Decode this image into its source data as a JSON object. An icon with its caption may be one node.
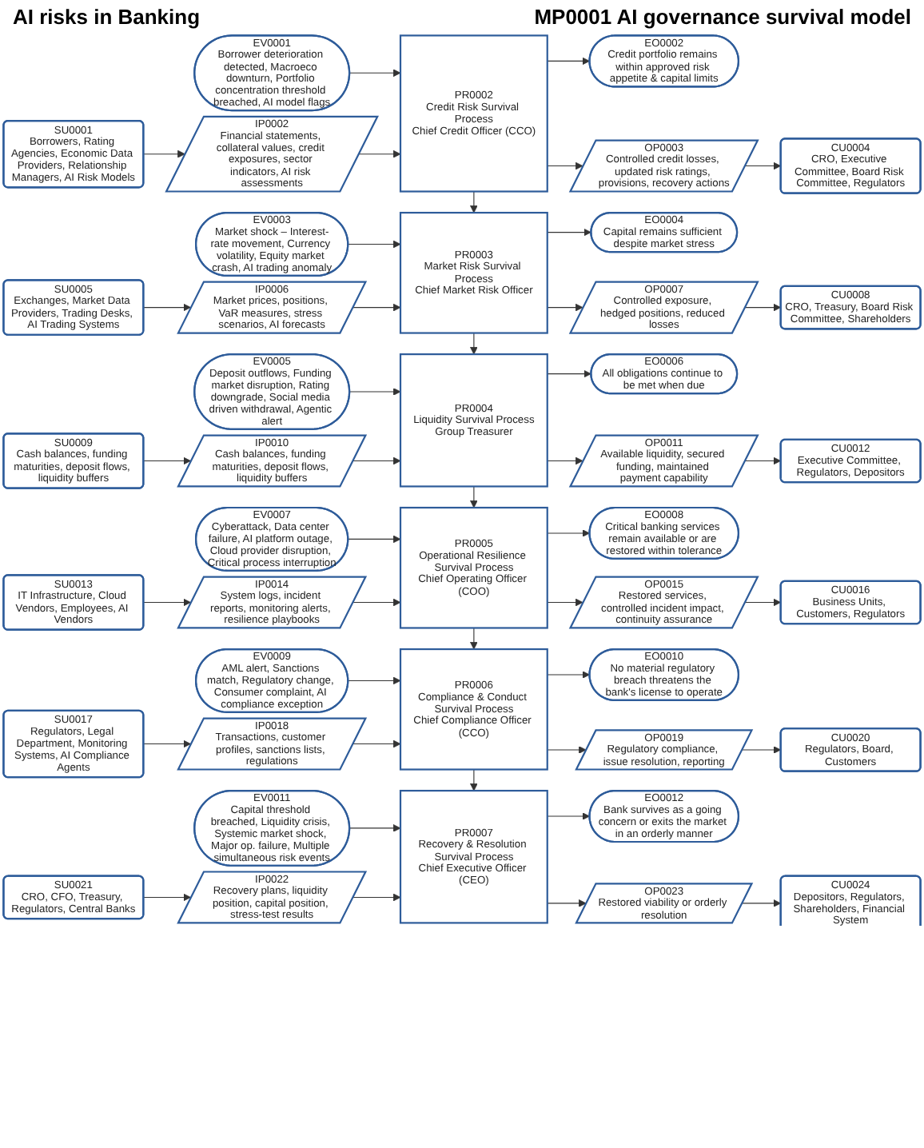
{
  "diagram": {
    "title": "AI risks in Banking",
    "labels": [
      "MP0001 AI governance survival model"
    ],
    "nodes": [
      {
        "text": [
          "EV0001",
          "Borrower deterioration detected, Macroeco downturn, Portfolio concentration threshold breached, AI model flags"
        ]
      },
      {
        "text": [
          "PR0002",
          "Credit Risk Survival Process",
          "Chief Credit Officer (CCO)"
        ]
      },
      {
        "text": [
          "EO0002",
          "Credit portfolio remains within approved risk appetite & capital limits"
        ]
      },
      {
        "text": [
          "SU0001",
          "Borrowers, Rating Agencies, Economic Data Providers, Relationship Managers, AI Risk Models"
        ]
      },
      {
        "text": [
          "IP0002",
          "Financial statements, collateral values, credit exposures, sector indicators, AI risk assessments"
        ]
      },
      {
        "text": [
          "OP0003",
          "Controlled credit losses, updated risk ratings, provisions, recovery actions"
        ]
      },
      {
        "text": [
          "CU0004",
          "CRO, Executive Committee, Board Risk Committee, Regulators"
        ]
      },
      {
        "text": [
          "EV0003",
          "Market shock – Interest-rate movement, Currency volatility, Equity market crash, AI trading anomaly"
        ]
      },
      {
        "text": [
          "PR0003",
          "Market Risk Survival Process",
          "Chief Market Risk Officer"
        ]
      },
      {
        "text": [
          "EO0004",
          "Capital remains sufficient despite market stress"
        ]
      },
      {
        "text": [
          "SU0005",
          "Exchanges, Market Data Providers, Trading Desks, AI Trading Systems"
        ]
      },
      {
        "text": [
          "IP0006",
          "Market prices, positions, VaR measures, stress scenarios, AI forecasts"
        ]
      },
      {
        "text": [
          "OP0007",
          "Controlled exposure, hedged positions, reduced losses"
        ]
      },
      {
        "text": [
          "CU0008",
          "CRO, Treasury, Board Risk Committee, Shareholders"
        ]
      },
      {
        "text": [
          "EV0005",
          "Deposit outflows, Funding market disruption, Rating downgrade, Social media driven withdrawal, Agentic alert"
        ]
      },
      {
        "text": [
          "PR0004",
          "Liquidity Survival Process",
          "Group Treasurer"
        ]
      },
      {
        "text": [
          "EO0006",
          "All obligations continue to be met when due"
        ]
      },
      {
        "text": [
          "SU0009",
          "Cash balances, funding maturities, deposit flows, liquidity buffers"
        ]
      },
      {
        "text": [
          "IP0010",
          "Cash balances, funding maturities, deposit flows, liquidity buffers"
        ]
      },
      {
        "text": [
          "OP0011",
          "Available liquidity, secured funding, maintained payment capability"
        ]
      },
      {
        "text": [
          "CU0012",
          "Executive Committee, Regulators, Depositors"
        ]
      },
      {
        "text": [
          "EV0007",
          "Cyberattack, Data center failure, AI platform outage, Cloud provider disruption, Critical process interruption"
        ]
      },
      {
        "text": [
          "PR0005",
          "Operational Resilience Survival Process",
          "Chief Operating Officer (COO)"
        ]
      },
      {
        "text": [
          "EO0008",
          "Critical banking services remain available or are restored within tolerance"
        ]
      },
      {
        "text": [
          "SU0013",
          "IT Infrastructure, Cloud Vendors, Employees, AI Vendors"
        ]
      },
      {
        "text": [
          "IP0014",
          "System logs, incident reports, monitoring alerts, resilience playbooks"
        ]
      },
      {
        "text": [
          "OP0015",
          "Restored services, controlled incident impact, continuity assurance"
        ]
      },
      {
        "text": [
          "CU0016",
          "Business Units, Customers, Regulators"
        ]
      },
      {
        "text": [
          "EV0009",
          "AML alert, Sanctions match, Regulatory change, Consumer complaint, AI compliance exception"
        ]
      },
      {
        "text": [
          "PR0006",
          "Compliance & Conduct Survival Process",
          "Chief Compliance Officer (CCO)"
        ]
      },
      {
        "text": [
          "EO0010",
          "No material regulatory breach threatens the bank's license to operate"
        ]
      },
      {
        "text": [
          "SU0017",
          "Regulators, Legal Department, Monitoring Systems, AI Compliance Agents"
        ]
      },
      {
        "text": [
          "IP0018",
          "Transactions, customer profiles, sanctions lists, regulations"
        ]
      },
      {
        "text": [
          "OP0019",
          "Regulatory compliance, issue resolution, reporting"
        ]
      },
      {
        "text": [
          "CU0020",
          "Regulators, Board, Customers"
        ]
      },
      {
        "text": [
          "EV0011",
          "Capital threshold breached, Liquidity crisis, Systemic market shock, Major op. failure, Multiple simultaneous risk events"
        ]
      },
      {
        "text": [
          "PR0007",
          "Recovery & Resolution Survival Process",
          "Chief Executive Officer (CEO)"
        ]
      },
      {
        "text": [
          "EO0012",
          "Bank survives as a going concern or exits the market in an orderly manner"
        ]
      },
      {
        "text": [
          "SU0021",
          "CRO, CFO, Treasury, Regulators, Central Banks"
        ]
      },
      {
        "text": [
          "IP0022",
          "Recovery plans, liquidity position, capital position, stress-test results"
        ]
      },
      {
        "text": [
          "OP0023",
          "Restored viability or orderly resolution"
        ]
      },
      {
        "text": [
          "CU0024",
          "Depositors, Regulators, Shareholders, Financial System"
        ]
      }
    ],
    "edges": [
      {
        "from": 3,
        "to": 4,
        "arrow": "to"
      },
      {
        "from": 4,
        "to": 1,
        "arrow": "to"
      },
      {
        "from": 0,
        "to": 1,
        "arrow": "to"
      },
      {
        "from": 1,
        "to": 2,
        "arrow": "to"
      },
      {
        "from": 1,
        "to": 5,
        "arrow": "to"
      },
      {
        "from": 5,
        "to": 6,
        "arrow": "to"
      },
      {
        "from": 1,
        "to": 8,
        "arrow": "to"
      },
      {
        "from": 10,
        "to": 11,
        "arrow": "to"
      },
      {
        "from": 11,
        "to": 8,
        "arrow": "to"
      },
      {
        "from": 7,
        "to": 8,
        "arrow": "to"
      },
      {
        "from": 8,
        "to": 9,
        "arrow": "to"
      },
      {
        "from": 8,
        "to": 12,
        "arrow": "to"
      },
      {
        "from": 12,
        "to": 13,
        "arrow": "to"
      },
      {
        "from": 8,
        "to": 15,
        "arrow": "to"
      },
      {
        "from": 17,
        "to": 18,
        "arrow": "to"
      },
      {
        "from": 18,
        "to": 15,
        "arrow": "to"
      },
      {
        "from": 14,
        "to": 15,
        "arrow": "to"
      },
      {
        "from": 15,
        "to": 16,
        "arrow": "to"
      },
      {
        "from": 15,
        "to": 19,
        "arrow": "to"
      },
      {
        "from": 19,
        "to": 20,
        "arrow": "to"
      },
      {
        "from": 15,
        "to": 22,
        "arrow": "to"
      },
      {
        "from": 24,
        "to": 25,
        "arrow": "to"
      },
      {
        "from": 25,
        "to": 22,
        "arrow": "to"
      },
      {
        "from": 21,
        "to": 22,
        "arrow": "to"
      },
      {
        "from": 22,
        "to": 23,
        "arrow": "to"
      },
      {
        "from": 22,
        "to": 26,
        "arrow": "to"
      },
      {
        "from": 26,
        "to": 27,
        "arrow": "to"
      },
      {
        "from": 22,
        "to": 29,
        "arrow": "to"
      },
      {
        "from": 31,
        "to": 32,
        "arrow": "to"
      },
      {
        "from": 32,
        "to": 29,
        "arrow": "to"
      },
      {
        "from": 28,
        "to": 29,
        "arrow": "to"
      },
      {
        "from": 29,
        "to": 30,
        "arrow": "to"
      },
      {
        "from": 29,
        "to": 33,
        "arrow": "to"
      },
      {
        "from": 33,
        "to": 34,
        "arrow": "to"
      },
      {
        "from": 29,
        "to": 36,
        "arrow": "to"
      },
      {
        "from": 38,
        "to": 39,
        "arrow": "to"
      },
      {
        "from": 39,
        "to": 36,
        "arrow": "to"
      },
      {
        "from": 35,
        "to": 36,
        "arrow": "to"
      },
      {
        "from": 36,
        "to": 37,
        "arrow": "to"
      },
      {
        "from": 36,
        "to": 40,
        "arrow": "to"
      },
      {
        "from": 40,
        "to": 41,
        "arrow": "to"
      }
    ]
  }
}
